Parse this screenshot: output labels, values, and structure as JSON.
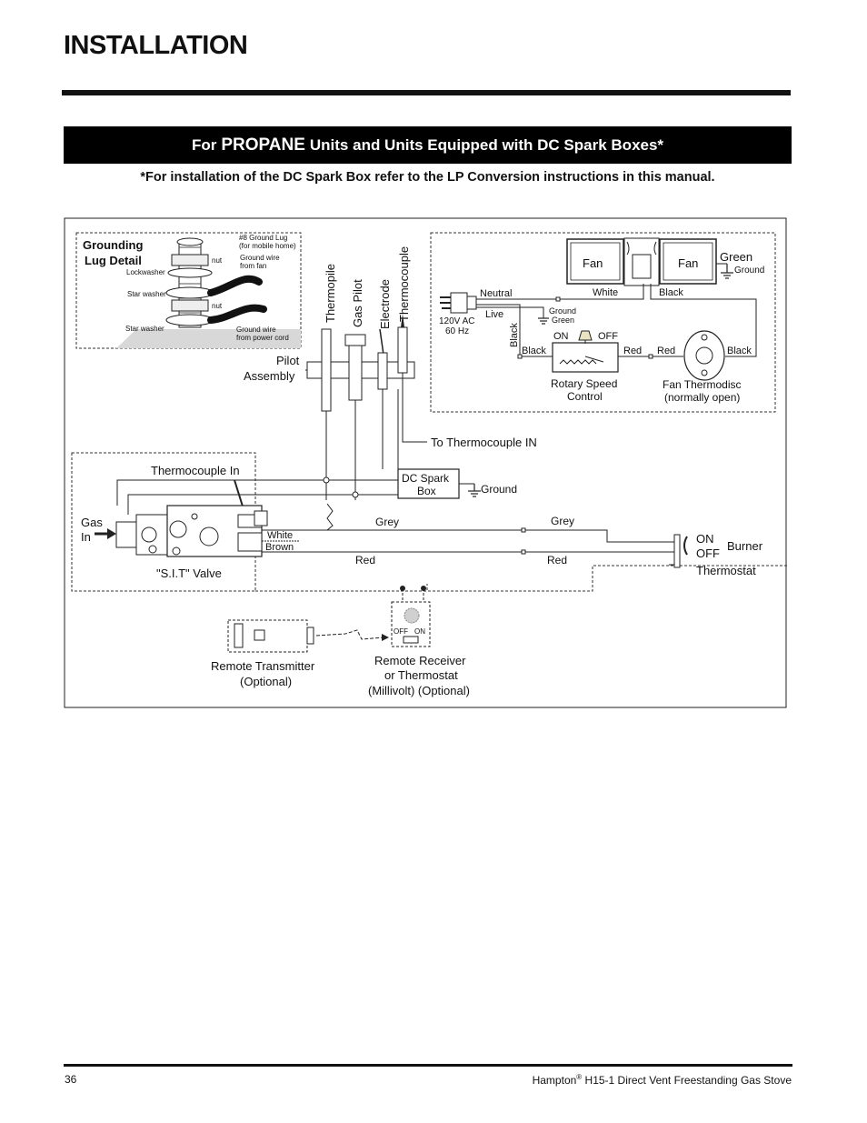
{
  "header": {
    "title": "INSTALLATION"
  },
  "banner": {
    "prefix": "For",
    "emphasis": "PROPANE",
    "suffix": "Units and Units Equipped with DC Spark Boxes*"
  },
  "note": "*For installation of the DC Spark Box refer to the LP Conversion instructions in this manual.",
  "diagram": {
    "grounding": {
      "title_line1": "Grounding",
      "title_line2": "Lug Detail",
      "ground_lug_1": "#8 Ground Lug",
      "ground_lug_2": "(for mobile home)",
      "nut": "nut",
      "wire_fan_1": "Ground wire",
      "wire_fan_2": "from fan",
      "lockwasher": "Lockwasher",
      "star_washer": "Star washer",
      "wire_cord_1": "Ground wire",
      "wire_cord_2": "from power cord"
    },
    "fan_circuit": {
      "fan_1": "Fan",
      "fan_2": "Fan",
      "green": "Green",
      "ground": "Ground",
      "neutral": "Neutral",
      "white": "White",
      "black": "Black",
      "live": "Live",
      "ground_green_1": "Ground",
      "ground_green_2": "Green",
      "supply_1": "120V AC",
      "supply_2": "60 Hz",
      "on": "ON",
      "off": "OFF",
      "red": "Red",
      "rotary_1": "Rotary Speed",
      "rotary_2": "Control",
      "thermodisc_1": "Fan Thermodisc",
      "thermodisc_2": "(normally open)"
    },
    "pilot": {
      "thermopile": "Thermopile",
      "gas_pilot": "Gas Pilot",
      "electrode": "Electrode",
      "thermocouple": "Thermocouple",
      "assembly_1": "Pilot",
      "assembly_2": "Assembly",
      "to_thermocouple": "To Thermocouple IN"
    },
    "valve": {
      "thermocouple_in": "Thermocouple In",
      "spark_box_1": "DC Spark",
      "spark_box_2": "Box",
      "ground": "Ground",
      "gas_1": "Gas",
      "gas_2": "In",
      "grey": "Grey",
      "white": "White",
      "brown": "Brown",
      "red": "Red",
      "sit_valve": "\"S.I.T\" Valve",
      "on": "ON",
      "off": "OFF",
      "burner": "Burner",
      "thermostat": "Thermostat"
    },
    "remote": {
      "transmitter_1": "Remote Transmitter",
      "transmitter_2": "(Optional)",
      "off": "OFF",
      "on": "ON",
      "receiver_1": "Remote Receiver",
      "receiver_2": "or Thermostat",
      "receiver_3": "(Millivolt) (Optional)"
    }
  },
  "footer": {
    "page_number": "36",
    "brand": "Hampton",
    "registered": "®",
    "title": " H15-1 Direct Vent Freestanding Gas Stove"
  }
}
